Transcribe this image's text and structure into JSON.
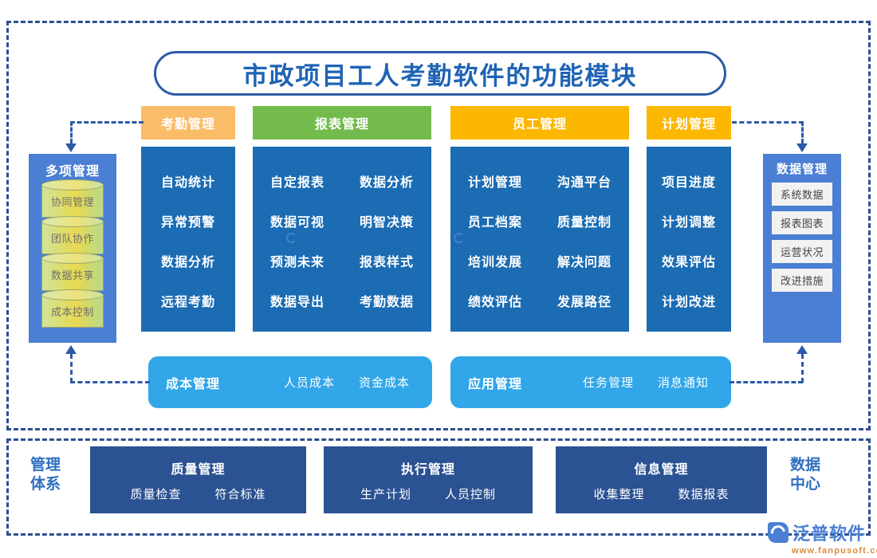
{
  "title": "市政项目工人考勤软件的功能模块",
  "tabs": [
    {
      "label": "考勤管理",
      "color": "#f9bc68"
    },
    {
      "label": "报表管理",
      "color": "#73bb4c"
    },
    {
      "label": "员工管理",
      "color": "#fcb700"
    },
    {
      "label": "计划管理",
      "color": "#fcb700"
    }
  ],
  "panels": [
    {
      "columns": [
        [
          "自动统计",
          "异常预警",
          "数据分析",
          "远程考勤"
        ]
      ]
    },
    {
      "columns": [
        [
          "自定报表",
          "数据可视",
          "预测未来",
          "数据导出"
        ],
        [
          "数据分析",
          "明智决策",
          "报表样式",
          "考勤数据"
        ]
      ]
    },
    {
      "columns": [
        [
          "计划管理",
          "员工档案",
          "培训发展",
          "绩效评估"
        ],
        [
          "沟通平台",
          "质量控制",
          "解决问题",
          "发展路径"
        ]
      ]
    },
    {
      "columns": [
        [
          "项目进度",
          "计划调整",
          "效果评估",
          "计划改进"
        ]
      ]
    }
  ],
  "sidebar_left": {
    "title": "多项管理",
    "items": [
      "协同管理",
      "团队协作",
      "数据共享",
      "成本控制"
    ]
  },
  "sidebar_right": {
    "title": "数据管理",
    "items": [
      "系统数据",
      "报表图表",
      "运营状况",
      "改进措施"
    ]
  },
  "bars": [
    {
      "title": "成本管理",
      "items": [
        "人员成本",
        "资金成本"
      ]
    },
    {
      "title": "应用管理",
      "items": [
        "任务管理",
        "消息通知"
      ]
    }
  ],
  "bottom": {
    "left_label_line1": "管理",
    "left_label_line2": "体系",
    "right_label_line1": "数据",
    "right_label_line2": "中心",
    "boxes": [
      {
        "title": "质量管理",
        "items": [
          "质量检查",
          "符合标准"
        ]
      },
      {
        "title": "执行管理",
        "items": [
          "生产计划",
          "人员控制"
        ]
      },
      {
        "title": "信息管理",
        "items": [
          "收集整理",
          "数据报表"
        ]
      }
    ]
  },
  "watermark": {
    "text": "泛普软件"
  },
  "logo": {
    "name": "泛普软件",
    "url": "www.fanpusoft.com"
  },
  "colors": {
    "dashed_border": "#2d4f91",
    "title_text": "#1f63b4",
    "panel_blue": "#1b6cb3",
    "sidebar_blue": "#4a7fd4",
    "bar_blue": "#31a6e8",
    "bottom_box_blue": "#2b5292"
  }
}
